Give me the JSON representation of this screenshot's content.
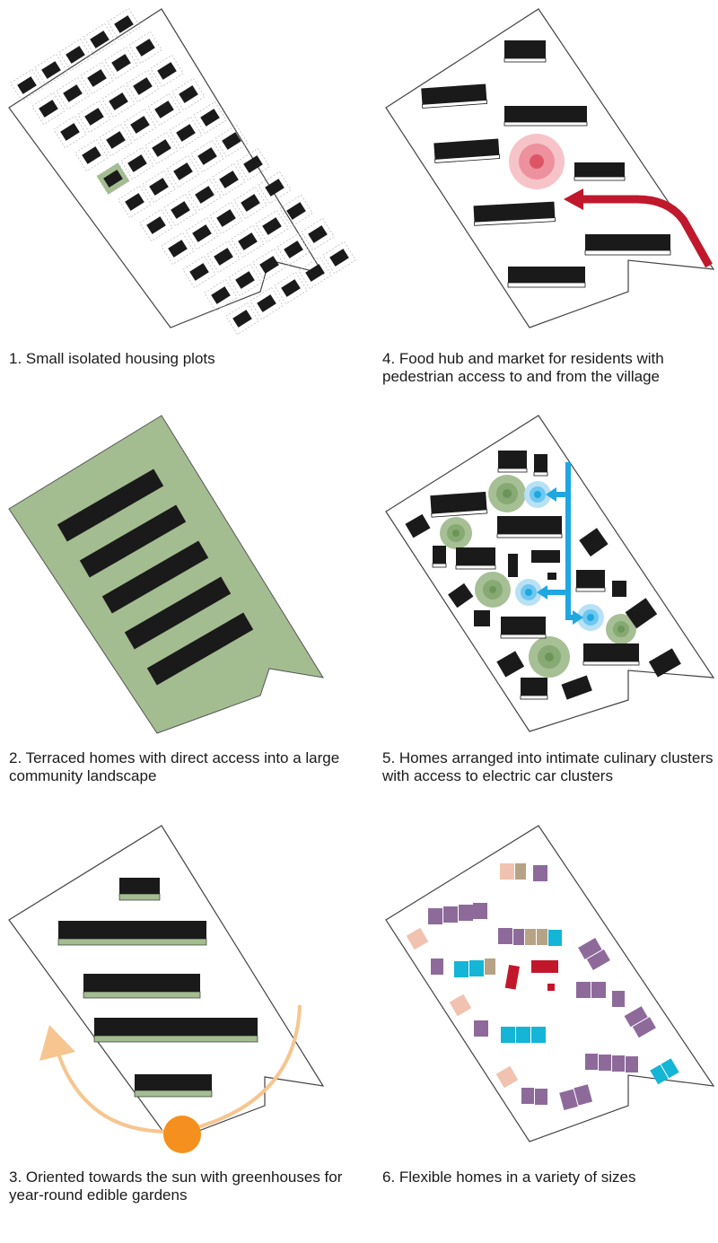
{
  "colors": {
    "black": "#1a1a1a",
    "green": "#a3bd91",
    "red_arrow": "#c0182c",
    "pink_hub": "#e06878",
    "blue": "#1ea7e1",
    "dark_green": "#7da066",
    "orange": "#f5901e",
    "orange_light": "#f7c58f",
    "purple": "#8e6a9b",
    "pink": "#f2c2b0",
    "tan": "#b6a285",
    "cyan": "#14b5d6",
    "crimson": "#c2172b"
  },
  "panels": [
    {
      "id": "p1",
      "caption": "1. Small isolated housing plots"
    },
    {
      "id": "p2",
      "caption": "2. Terraced homes with direct access into a large community landscape"
    },
    {
      "id": "p3",
      "caption": "3. Oriented towards the sun with greenhouses for year-round edible gardens"
    },
    {
      "id": "p4",
      "caption": "4. Food hub and market for residents with pedestrian access to and from the village"
    },
    {
      "id": "p5",
      "caption": "5. Homes arranged into intimate culinary clusters with access to electric car clusters"
    },
    {
      "id": "p6",
      "caption": "6. Flexible homes in a variety of sizes"
    }
  ]
}
